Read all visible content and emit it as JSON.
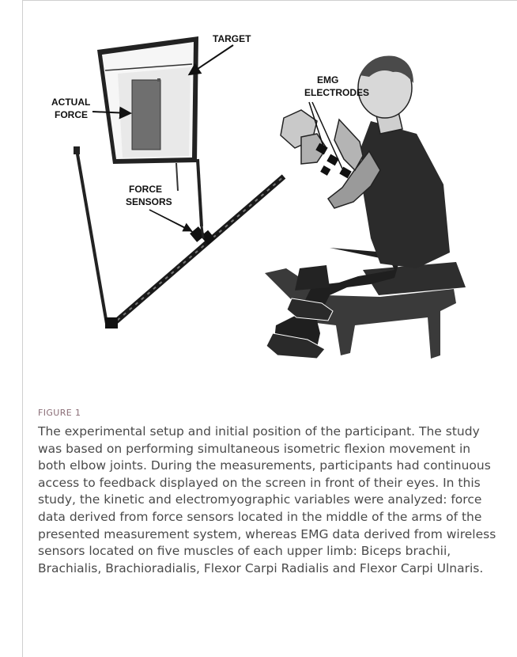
{
  "figure": {
    "label": "FIGURE 1",
    "caption": "The experimental setup and initial position of the participant. The study was based on performing simultaneous isometric flexion movement in both elbow joints. During the measurements, participants had continuous access to feedback displayed on the screen in front of their eyes. In this study, the kinetic and electromyographic variables were analyzed: force data derived from force sensors located in the middle of the arms of the presented measurement system, whereas EMG data derived from wireless sensors located on five muscles of each upper limb: Biceps brachii, Brachialis, Brachioradialis, Flexor Carpi Radialis and Flexor Carpi Ulnaris."
  },
  "illustration": {
    "labels": {
      "target": "TARGET",
      "actual_force_line1": "ACTUAL",
      "actual_force_line2": "FORCE",
      "emg_line1": "EMG",
      "emg_line2": "ELECTRODES",
      "force_sensors_line1": "FORCE",
      "force_sensors_line2": "SENSORS"
    }
  }
}
